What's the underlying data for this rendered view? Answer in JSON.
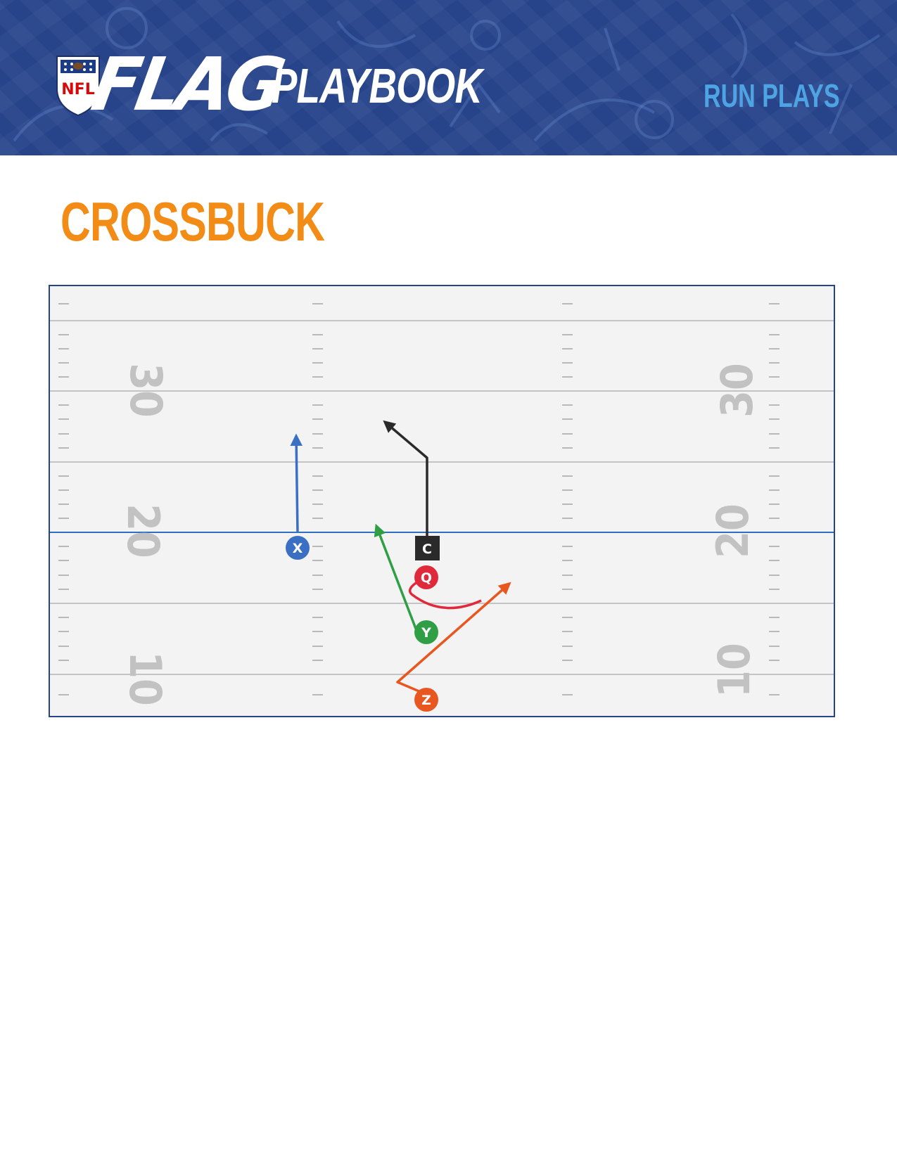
{
  "header": {
    "logo_text": "NFL",
    "brand_flag": "FLAG",
    "brand_playbook": "PLAYBOOK",
    "section_label": "RUN PLAYS",
    "colors": {
      "background": "#27448a",
      "section_label": "#4ea3e3"
    }
  },
  "play": {
    "title": "CROSSBUCK",
    "title_color": "#f28c16"
  },
  "field": {
    "background": "#f3f3f3",
    "border_color": "#27448a",
    "yard_numbers": [
      "30",
      "20",
      "10"
    ],
    "line_of_scrimmage_color": "#2f6fc0"
  },
  "players": [
    {
      "label": "X",
      "shape": "circle",
      "color": "#3a6fc4",
      "route": "straight upfield"
    },
    {
      "label": "C",
      "shape": "square",
      "color": "#2a2a2a",
      "route": "upfield then angle left"
    },
    {
      "label": "Q",
      "shape": "circle",
      "color": "#e02a3c",
      "route": "curved handoff path"
    },
    {
      "label": "Y",
      "shape": "circle",
      "color": "#2f9e44",
      "route": "diagonal upfield left"
    },
    {
      "label": "Z",
      "shape": "circle",
      "color": "#e8571f",
      "route": "back left then diagonal upfield right"
    }
  ]
}
